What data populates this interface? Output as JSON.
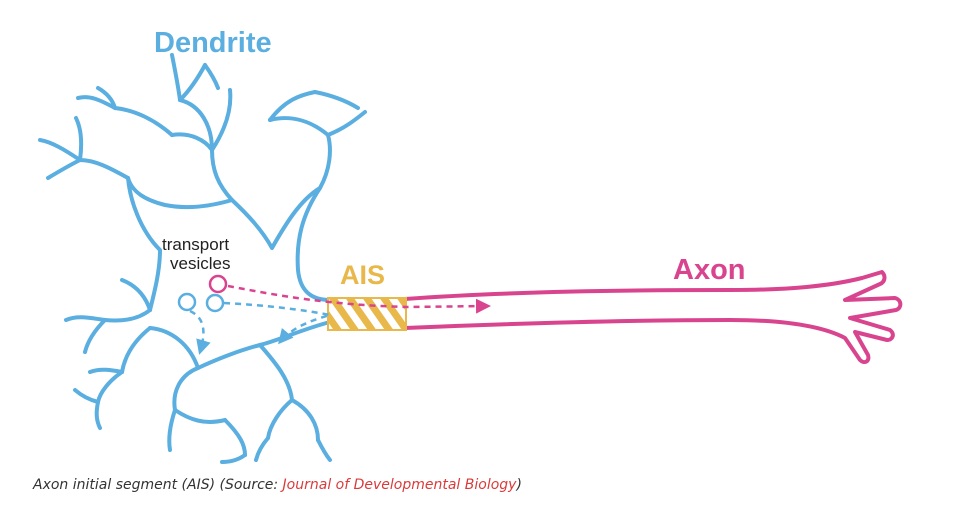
{
  "labels": {
    "dendrite": "Dendrite",
    "transport_line1": "transport",
    "transport_line2": "vesicles",
    "ais": "AIS",
    "axon": "Axon"
  },
  "caption": {
    "prefix": "Axon initial segment (AIS) (Source: ",
    "link_text": "Journal of Developmental Biology",
    "suffix": ")"
  },
  "colors": {
    "dendrite_blue": "#5aaee0",
    "axon_pink": "#d9448f",
    "ais_yellow": "#e8b84a",
    "label_dark": "#222222",
    "link_red": "#d93b3b"
  }
}
